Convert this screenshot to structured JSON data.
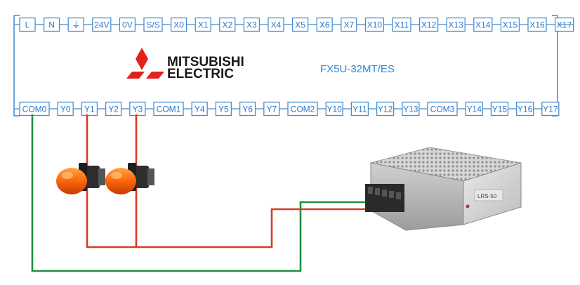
{
  "plc": {
    "model": "FX5U-32MT/ES",
    "brand_line1": "MITSUBISHI",
    "brand_line2": "ELECTRIC",
    "top_terminals": [
      "L",
      "N",
      "⏚",
      "24V",
      "0V",
      "S/S",
      "X0",
      "X1",
      "X2",
      "X3",
      "X4",
      "X5",
      "X6",
      "X7",
      "X10",
      "X11",
      "X12",
      "X13",
      "X14",
      "X15",
      "X16",
      "X17"
    ],
    "bottom_terminals": [
      "COM0",
      "Y0",
      "Y1",
      "Y2",
      "Y3",
      "COM1",
      "Y4",
      "Y5",
      "Y6",
      "Y7",
      "COM2",
      "Y10",
      "Y11",
      "Y12",
      "Y13",
      "COM3",
      "Y14",
      "Y15",
      "Y16",
      "Y17"
    ]
  },
  "colors": {
    "frame": "#4a8fd0",
    "terminal_text": "#2f78c8",
    "model_text": "#2f86d6",
    "logo_red": "#e3211b",
    "wire_red": "#dd3a26",
    "wire_green": "#1f8f3e"
  },
  "components": {
    "indicator_lamps": [
      "lamp-y1",
      "lamp-y3"
    ],
    "power_supply_label": "LRS-50"
  }
}
